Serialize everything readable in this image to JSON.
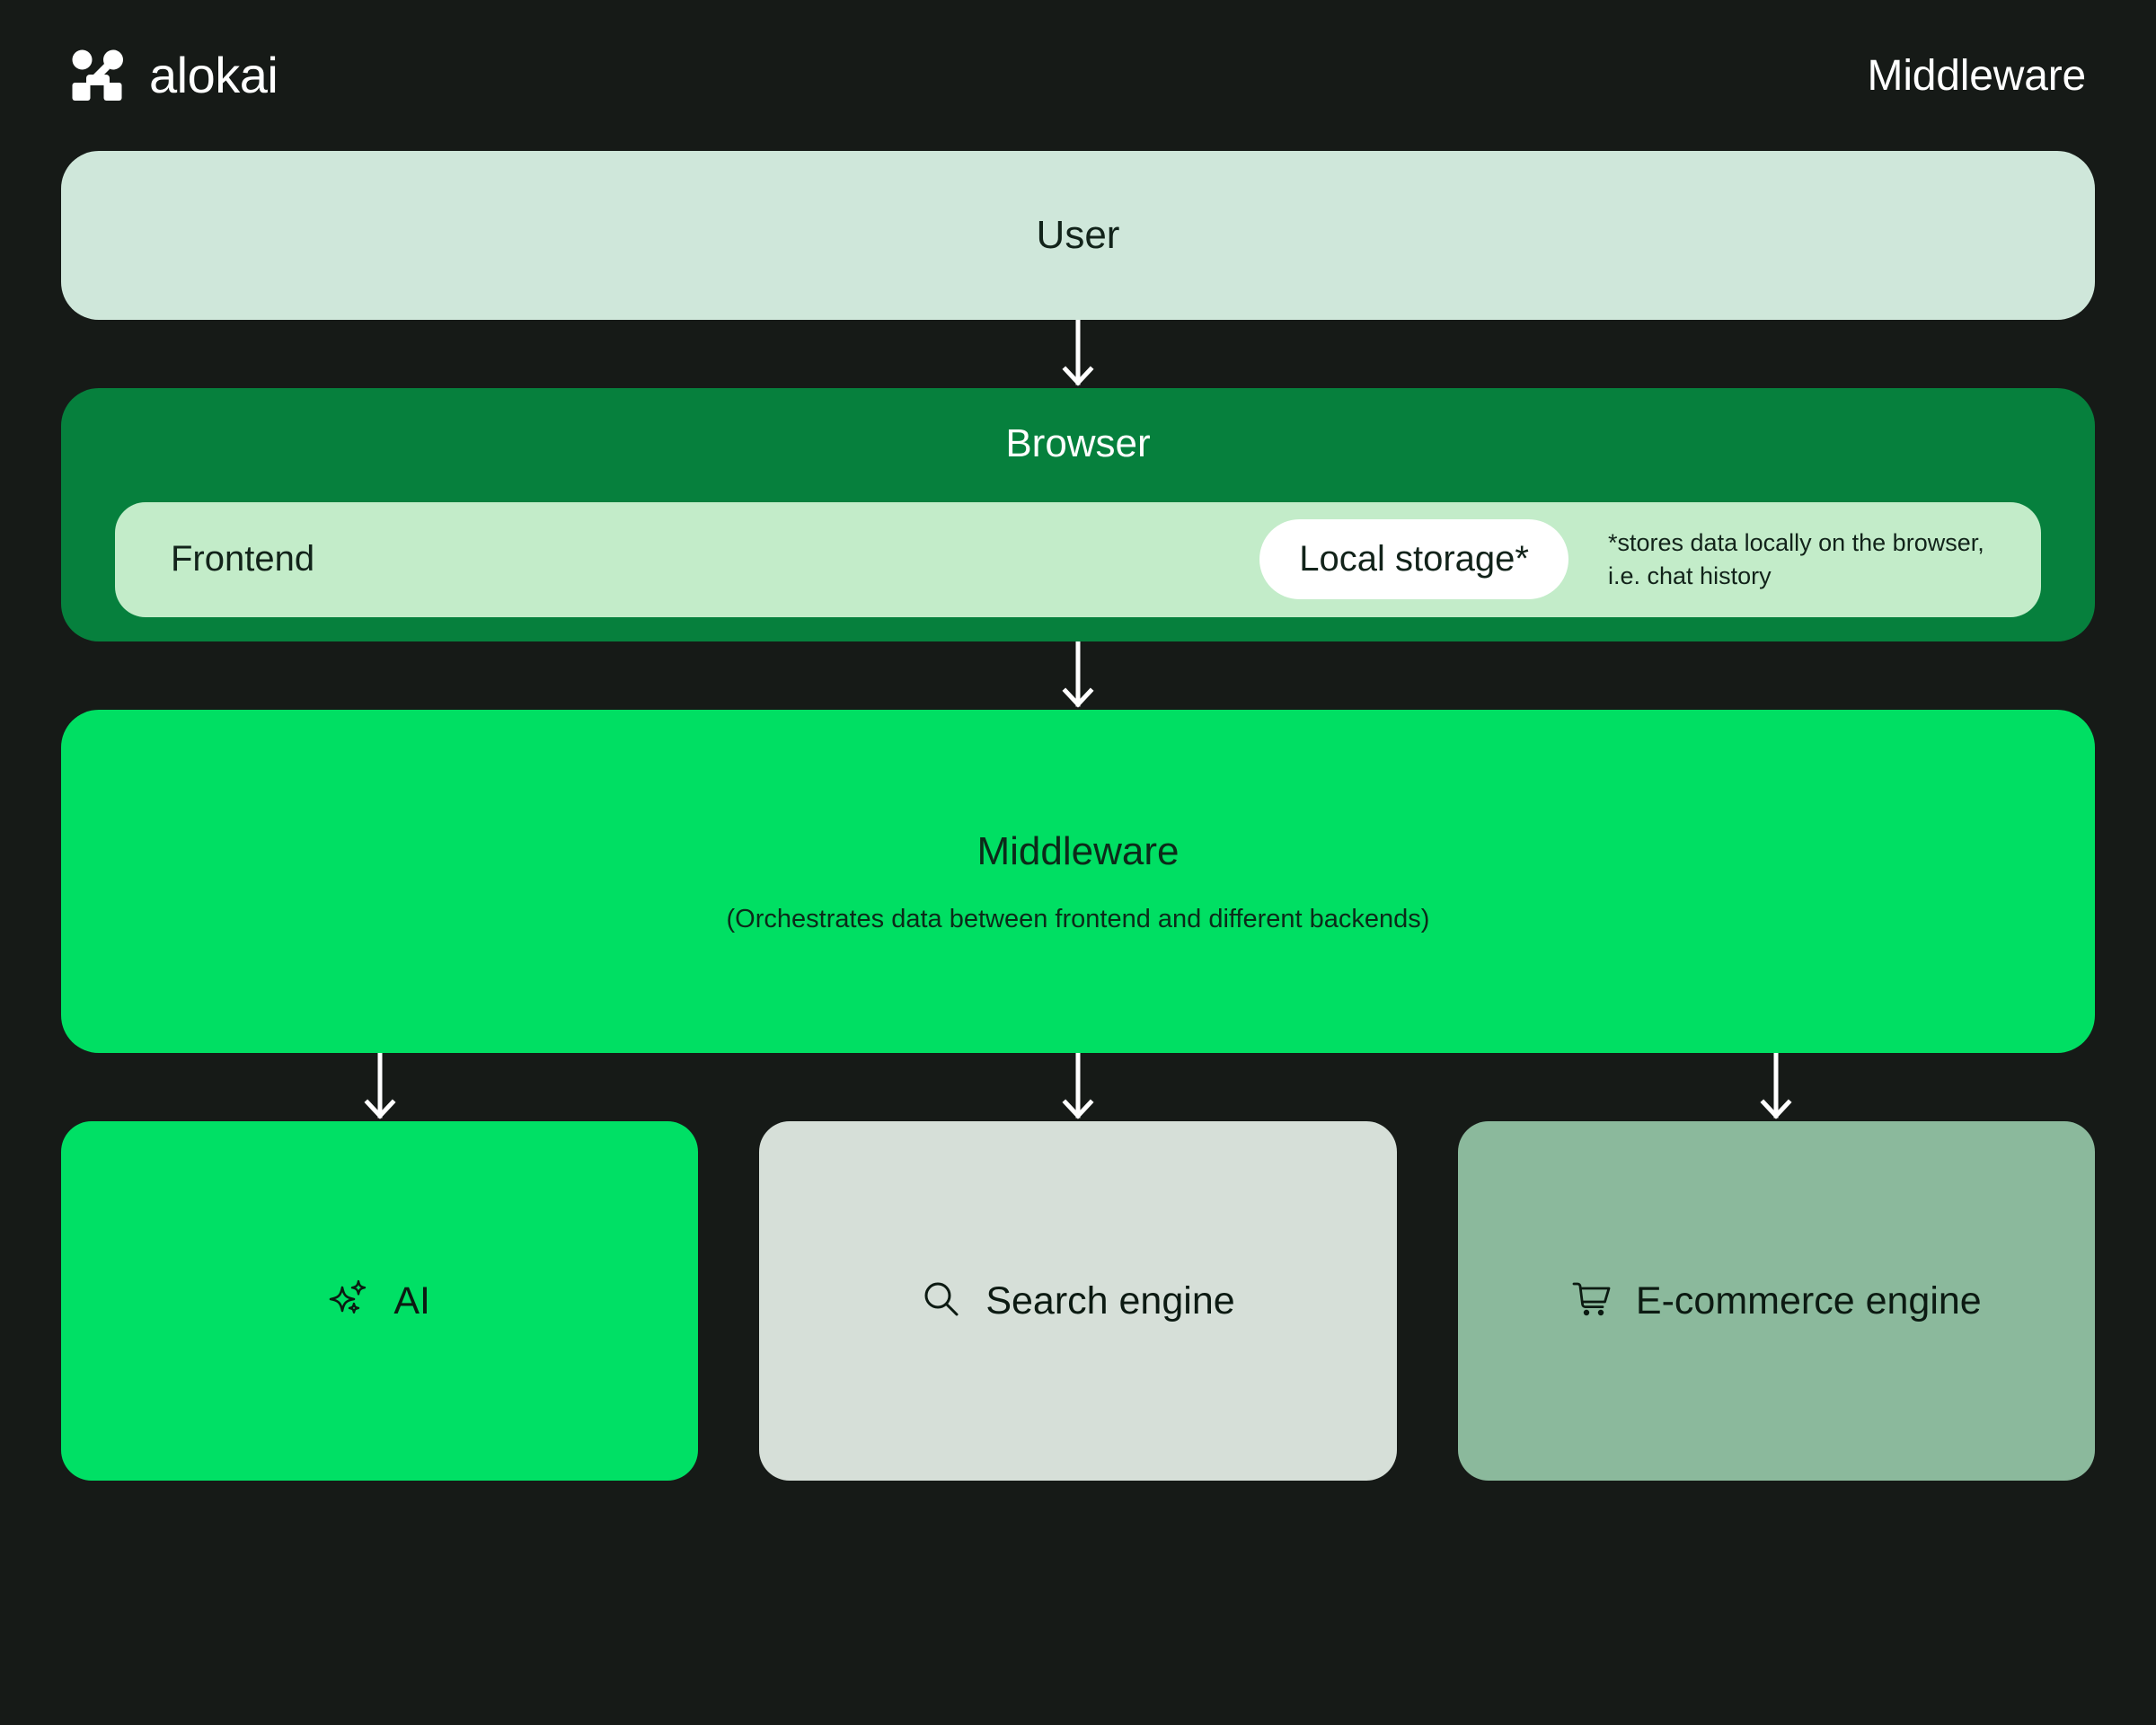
{
  "theme": {
    "background": "#161a17",
    "user_box": "#cfe7da",
    "browser_box": "#06803d",
    "frontend_panel": "#c3ecc9",
    "storage_pill": "#ffffff",
    "middleware_box": "#00df63",
    "ai_box": "#00e065",
    "search_box": "#d6dfd8",
    "ecommerce_box": "#8bb99c",
    "arrow_color": "#ffffff",
    "dark_text": "#12231a",
    "light_text": "#ffffff"
  },
  "header": {
    "brand_name": "alokai",
    "brand_icon": "alokai-logo-icon",
    "title": "Middleware"
  },
  "diagram": {
    "type": "architecture-flow",
    "user": {
      "label": "User"
    },
    "browser": {
      "label": "Browser",
      "frontend": {
        "label": "Frontend"
      },
      "local_storage": {
        "label": "Local storage*",
        "note": "*stores data locally on the browser, i.e. chat history"
      }
    },
    "middleware": {
      "title": "Middleware",
      "subtitle": "(Orchestrates data between frontend and different backends)"
    },
    "backends": [
      {
        "id": "ai",
        "label": "AI",
        "icon": "sparkle-icon"
      },
      {
        "id": "search-engine",
        "label": "Search engine",
        "icon": "search-icon"
      },
      {
        "id": "ecommerce-engine",
        "label": "E-commerce engine",
        "icon": "shopping-cart-icon"
      }
    ],
    "arrows": [
      {
        "from": "user",
        "to": "browser"
      },
      {
        "from": "browser",
        "to": "middleware"
      },
      {
        "from": "middleware",
        "to": "ai"
      },
      {
        "from": "middleware",
        "to": "search-engine"
      },
      {
        "from": "middleware",
        "to": "ecommerce-engine"
      }
    ]
  }
}
